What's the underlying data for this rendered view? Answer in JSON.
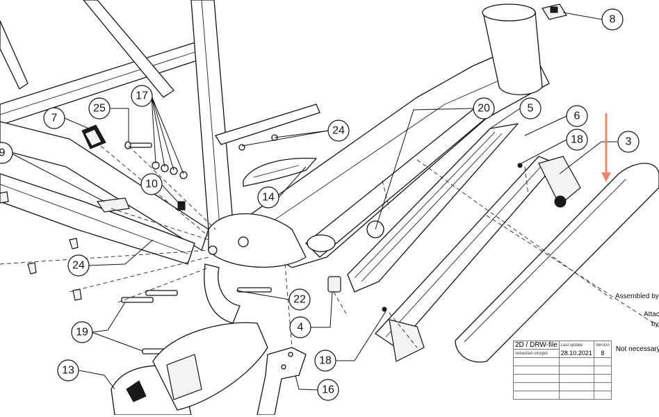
{
  "callouts": [
    "8",
    "17",
    "25",
    "7",
    "9",
    "20",
    "5",
    "6",
    "18",
    "3",
    "24",
    "14",
    "10",
    "24",
    "19",
    "22",
    "4",
    "13",
    "16",
    "18"
  ],
  "notes": {
    "assembled": "Assembled by",
    "attac": "Attac",
    "by": "by",
    "not_necessary": "Not necessary"
  },
  "title_block": {
    "file_type": "2D / DRW-file",
    "last_update_label": "Last update",
    "last_update": "28.10.2021",
    "version_label": "Version",
    "version": "8",
    "author": "sebastian.strugiol"
  },
  "colors": {
    "arrow": "#e8866a",
    "line": "#111111"
  }
}
